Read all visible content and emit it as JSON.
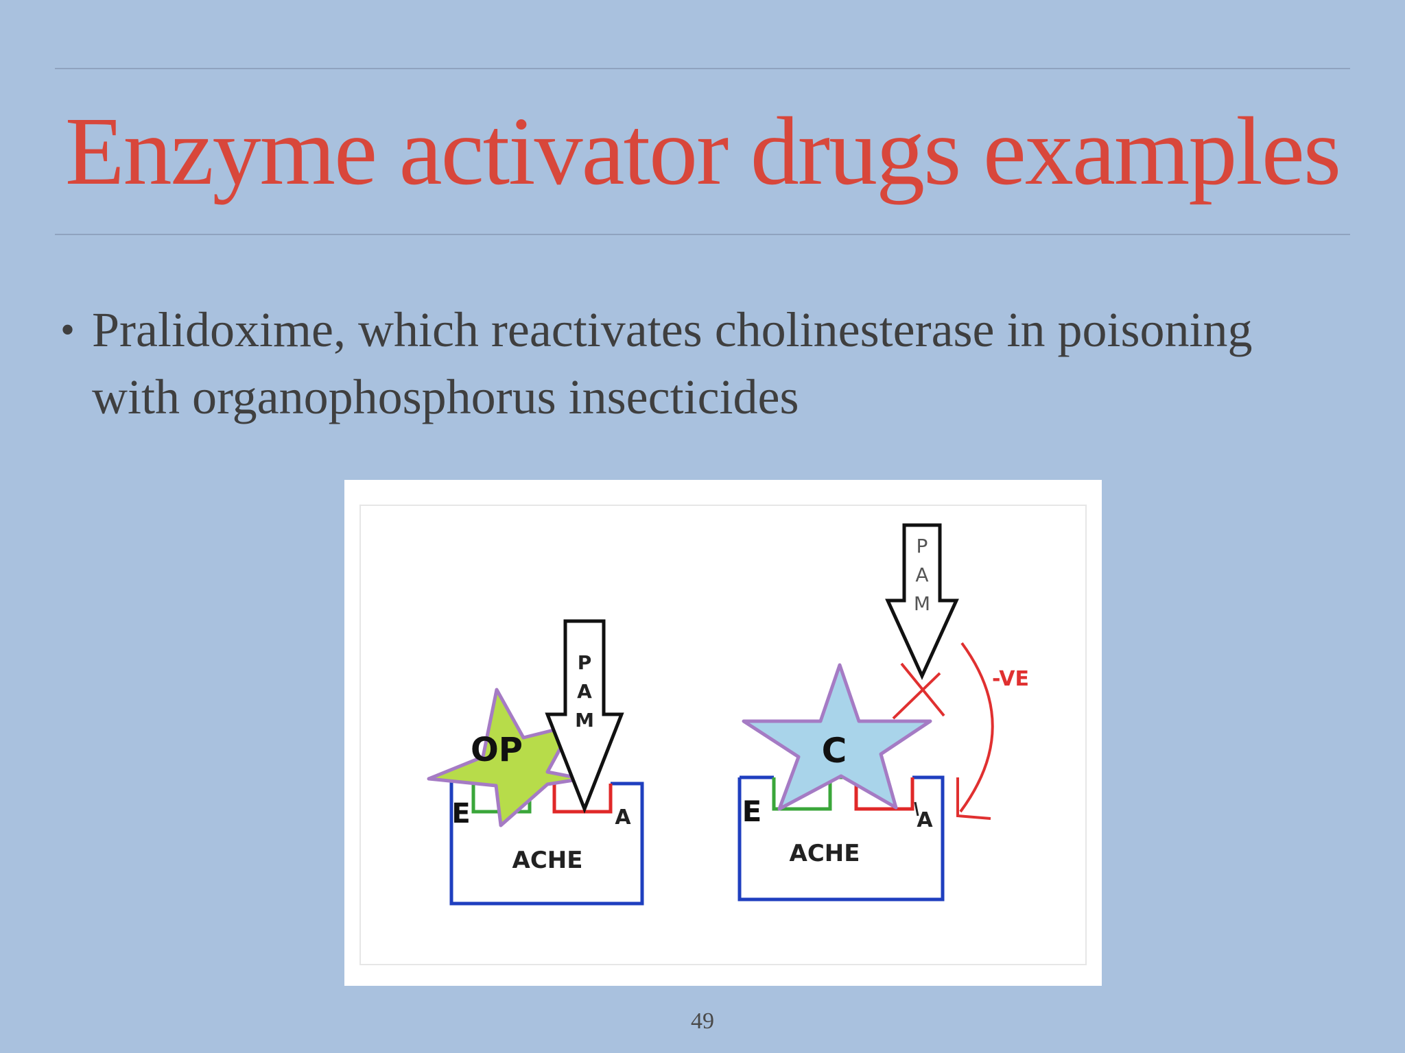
{
  "slide": {
    "title": "Enzyme activator drugs examples",
    "bullets": [
      {
        "marker": "•",
        "text": "Pralidoxime, which reactivates cholinesterase in poisoning with organophosphorus insecticides"
      }
    ],
    "page_number": "49"
  },
  "figure": {
    "left_panel": {
      "enzyme_label": "ACHE",
      "esteratic_site_label": "E",
      "anionic_site_label": "A",
      "inhibitor_label": "OP",
      "arrow_letters": [
        "P",
        "A",
        "M"
      ]
    },
    "right_panel": {
      "enzyme_label": "ACHE",
      "esteratic_site_label": "E",
      "anionic_site_label": "A",
      "inhibitor_label": "C",
      "arrow_letters": [
        "P",
        "A",
        "M"
      ],
      "effect_label": "-VE"
    },
    "colors": {
      "enzyme_border": "#1f3fbf",
      "esteratic_site": "#3aa63a",
      "anionic_site": "#e02828",
      "op_star_fill": "#b7dc4a",
      "carbamate_star_fill": "#a9d4ea",
      "star_outline": "#a57bc4",
      "negative_effect": "#e03030"
    }
  }
}
